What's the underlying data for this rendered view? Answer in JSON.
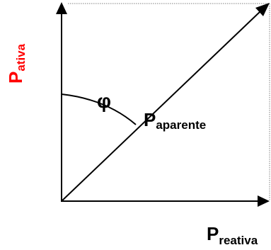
{
  "diagram": {
    "labels": {
      "y_axis": {
        "main": "P",
        "sub": "ativa"
      },
      "x_axis": {
        "main": "P",
        "sub": "reativa"
      },
      "vector": {
        "main": "P",
        "sub": "aparente"
      },
      "angle": "φ"
    },
    "colors": {
      "y_axis_label": "#ff0000",
      "lines": "#000000",
      "dotted_frame": "#808080"
    }
  }
}
